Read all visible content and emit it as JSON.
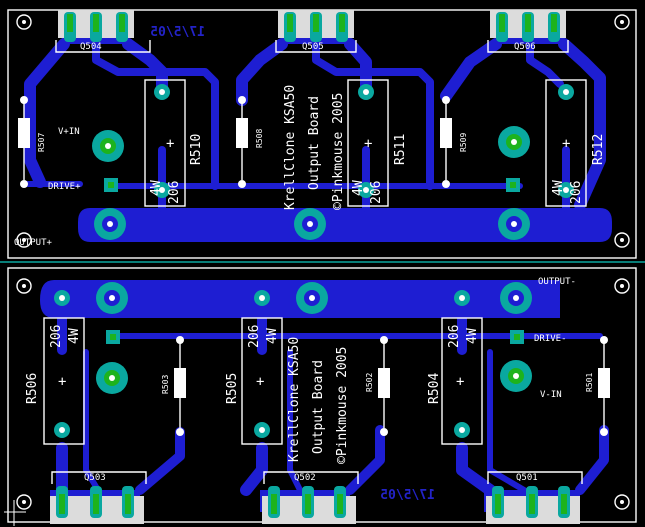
{
  "colors": {
    "background": "#000000",
    "copper": "#1e1ed2",
    "pad": "#0aa8a0",
    "silkscreen": "#ffffff",
    "tab": "#dcdcdc",
    "pin_green": "#1db31d",
    "divider": "#0aa8a0"
  },
  "top_board": {
    "transistors": [
      "Q504",
      "Q505",
      "Q506"
    ],
    "resistors_power": [
      {
        "name": "R510",
        "value": "4W",
        "code": "206"
      },
      {
        "name": "R511",
        "value": "4W",
        "code": "206"
      },
      {
        "name": "R512",
        "value": "4W",
        "code": "206"
      }
    ],
    "resistors_small": [
      "R507",
      "R508",
      "R509"
    ],
    "labels": {
      "vin": "V+IN",
      "drive": "DRIVE+",
      "output": "OUTPUT+"
    },
    "plus_marks": [
      "+",
      "+",
      "+"
    ],
    "title_lines": [
      "KrellClone KSA50",
      "Output Board",
      "©Pinkmouse 2005"
    ],
    "copper_date": "17/5/05"
  },
  "bottom_board": {
    "transistors": [
      "Q503",
      "Q502",
      "Q501"
    ],
    "resistors_power": [
      {
        "name": "R506",
        "value": "4W",
        "code": "206"
      },
      {
        "name": "R505",
        "value": "4W",
        "code": "206"
      },
      {
        "name": "R504",
        "value": "4W",
        "code": "206"
      }
    ],
    "resistors_small": [
      "R503",
      "R502",
      "R501"
    ],
    "labels": {
      "vin": "V-IN",
      "drive": "DRIVE-",
      "output": "OUTPUT-"
    },
    "plus_marks": [
      "+",
      "+",
      "+"
    ],
    "title_lines": [
      "KrellClone KSA50",
      "Output Board",
      "©Pinkmouse 2005"
    ],
    "copper_date": "17/5/05"
  }
}
